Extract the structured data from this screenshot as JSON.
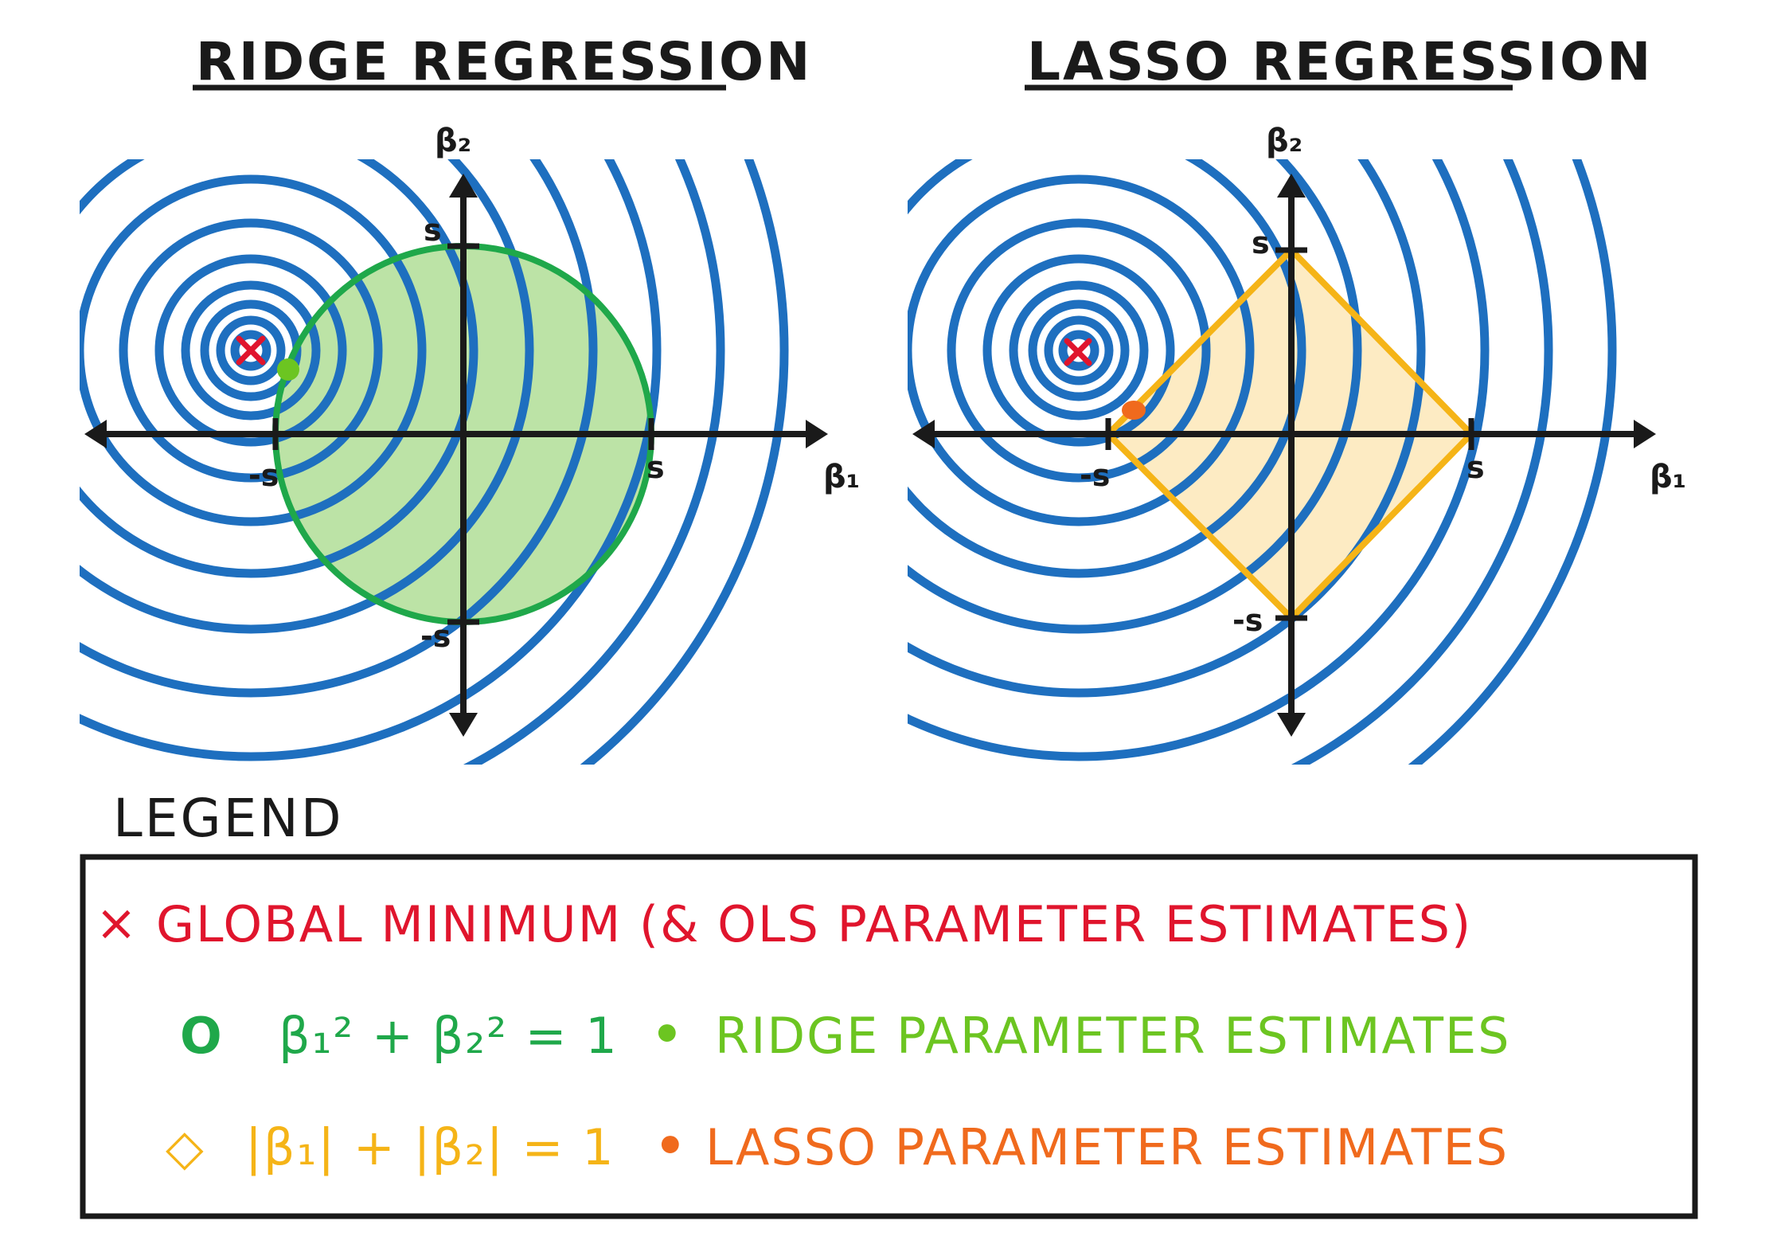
{
  "panels": [
    {
      "title": "RIDGE REGRESSION",
      "x_axis_label": "β₁",
      "y_axis_label": "β₂",
      "ticks": {
        "pos_x": "s",
        "neg_x": "-s",
        "pos_y": "s",
        "neg_y": "-s"
      },
      "constraint_shape": "circle",
      "constraint_color": "#1fa84a",
      "constraint_fill": "#8fd06a",
      "estimate_color": "#6cc521"
    },
    {
      "title": "LASSO REGRESSION",
      "x_axis_label": "β₁",
      "y_axis_label": "β₂",
      "ticks": {
        "pos_x": "s",
        "neg_x": "-s",
        "pos_y": "s",
        "neg_y": "-s"
      },
      "constraint_shape": "diamond",
      "constraint_color": "#f5b417",
      "constraint_fill": "#fde8b8",
      "estimate_color": "#f06a1d"
    }
  ],
  "contour_color": "#1e6fbf",
  "global_min_color": "#e0152d",
  "legend": {
    "title": "LEGEND",
    "items": [
      {
        "symbol": "×",
        "text": "GLOBAL MINIMUM (& OLS PARAMETER ESTIMATES)",
        "color": "#e0152d"
      },
      {
        "symbol": "O",
        "text": "β₁² + β₂² = 1",
        "color": "#1fa84a"
      },
      {
        "symbol": "•",
        "text": "RIDGE PARAMETER ESTIMATES",
        "color": "#6cc521"
      },
      {
        "symbol": "◇",
        "text": "|β₁| + |β₂| = 1",
        "color": "#f5b417"
      },
      {
        "symbol": "•",
        "text": "LASSO PARAMETER ESTIMATES",
        "color": "#f06a1d"
      }
    ]
  }
}
